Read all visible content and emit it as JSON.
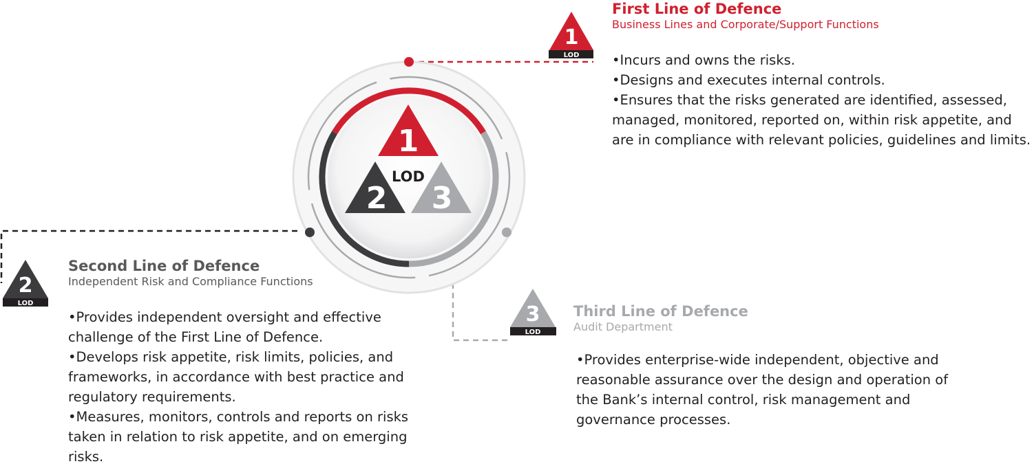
{
  "center": {
    "badge_text": "LOD",
    "nums": [
      "1",
      "2",
      "3"
    ]
  },
  "colors": {
    "red": "#d0202f",
    "dark": "#3c3c3e",
    "gray": "#a7a9ac"
  },
  "first": {
    "num": "1",
    "lod": "LOD",
    "title": "First Line of Defence",
    "subtitle": "Business Lines and Corporate/Support Functions",
    "bullets": [
      "•Incurs and owns the risks.",
      "•Designs and executes internal controls.",
      "•Ensures that the risks generated are identified, assessed, managed, monitored, reported  on, within risk appetite, and are in compliance with relevant policies, guidelines and limits."
    ]
  },
  "second": {
    "num": "2",
    "lod": "LOD",
    "title": "Second Line of Defence",
    "subtitle": "Independent Risk and Compliance Functions",
    "bullets": [
      "•Provides independent oversight and effective challenge of the First Line of Defence.",
      "•Develops risk appetite, risk limits, policies, and frameworks, in accordance with best practice and regulatory requirements.",
      "•Measures, monitors, controls and reports on risks taken in relation to risk appetite, and on emerging risks."
    ]
  },
  "third": {
    "num": "3",
    "lod": "LOD",
    "title": "Third Line of Defence",
    "subtitle": "Audit Department",
    "bullets": [
      "•Provides enterprise-wide independent, objective and reasonable assurance over the design and operation of the Bank’s internal control, risk management and governance processes."
    ]
  }
}
